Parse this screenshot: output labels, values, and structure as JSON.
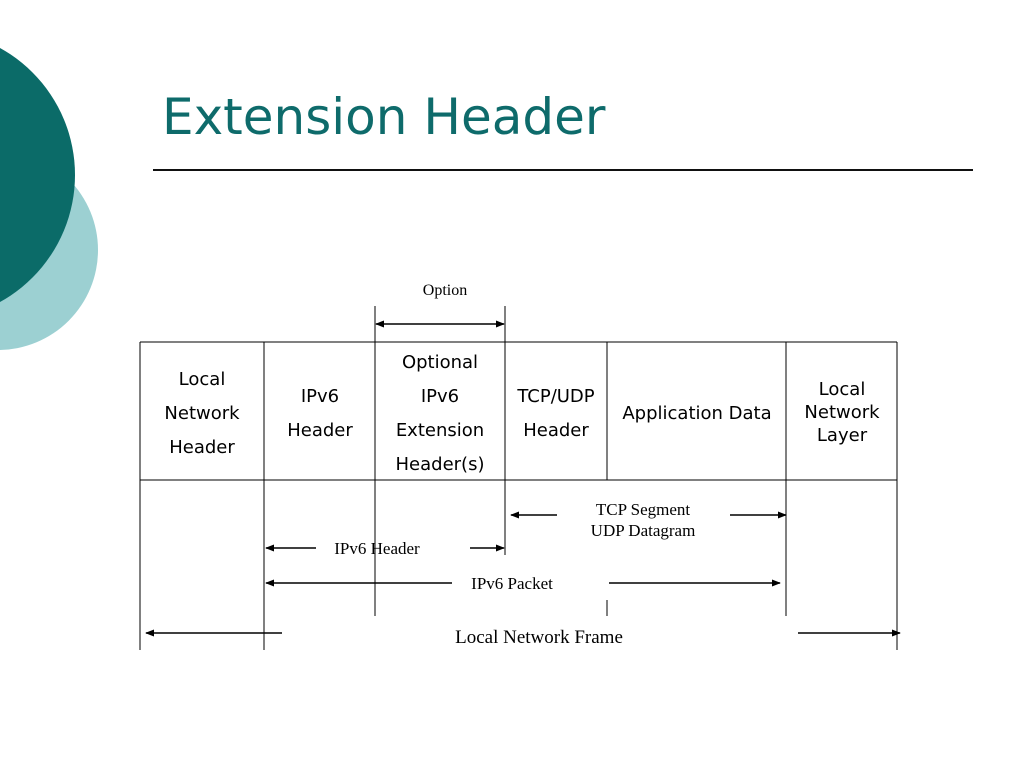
{
  "slide": {
    "title": "Extension Header",
    "colors": {
      "title": "#0e6b6b",
      "circle_dark": "#0b6b68",
      "circle_light": "#9cd0d2"
    }
  },
  "diagram": {
    "option_label": "Option",
    "cells": [
      {
        "lines": [
          "Local",
          "Network",
          "Header"
        ]
      },
      {
        "lines": [
          "IPv6",
          "Header"
        ]
      },
      {
        "lines": [
          "Optional",
          "IPv6",
          "Extension",
          "Header(s)"
        ]
      },
      {
        "lines": [
          "TCP/UDP",
          "Header"
        ]
      },
      {
        "lines": [
          "Application Data"
        ]
      },
      {
        "lines": [
          "Local",
          "Network",
          "Layer"
        ]
      }
    ],
    "spans": {
      "tcp_segment": "TCP Segment",
      "udp_datagram": "UDP Datagram",
      "ipv6_header": "IPv6 Header",
      "ipv6_packet": "IPv6 Packet",
      "local_network_frame": "Local Network Frame"
    }
  }
}
